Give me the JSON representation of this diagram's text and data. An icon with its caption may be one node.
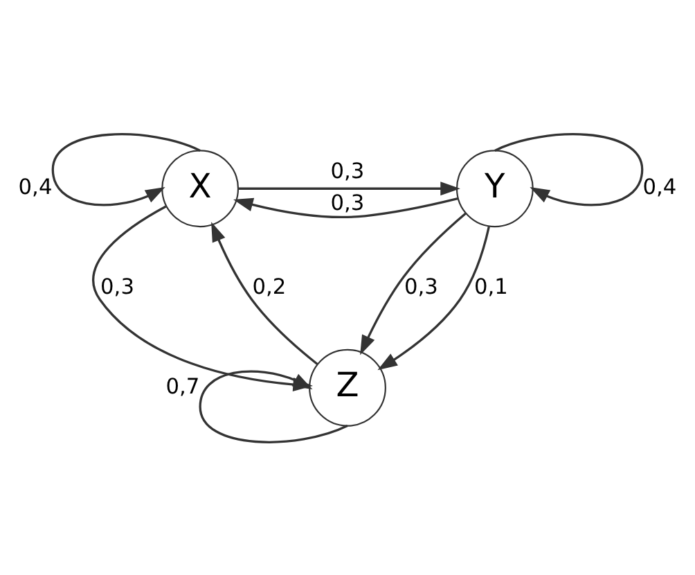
{
  "diagram": {
    "nodes": [
      {
        "text": [
          "X"
        ]
      },
      {
        "text": [
          "Y"
        ]
      },
      {
        "text": [
          "Z"
        ]
      }
    ],
    "edges": [
      {
        "from": 0,
        "to": 0,
        "arrow": "to",
        "label": "0,4"
      },
      {
        "from": 0,
        "to": 1,
        "arrow": "to",
        "label": "0,3"
      },
      {
        "from": 1,
        "to": 0,
        "arrow": "to",
        "label": "0,3"
      },
      {
        "from": 1,
        "to": 1,
        "arrow": "to",
        "label": "0,4"
      },
      {
        "from": 0,
        "to": 2,
        "arrow": "to",
        "label": "0,3"
      },
      {
        "from": 2,
        "to": 0,
        "arrow": "to",
        "label": "0,2"
      },
      {
        "from": 1,
        "to": 2,
        "arrow": "to",
        "label": "0,3"
      },
      {
        "from": 1,
        "to": 2,
        "arrow": "to",
        "label": "0,1"
      },
      {
        "from": 2,
        "to": 2,
        "arrow": "to",
        "label": "0,7"
      }
    ]
  }
}
